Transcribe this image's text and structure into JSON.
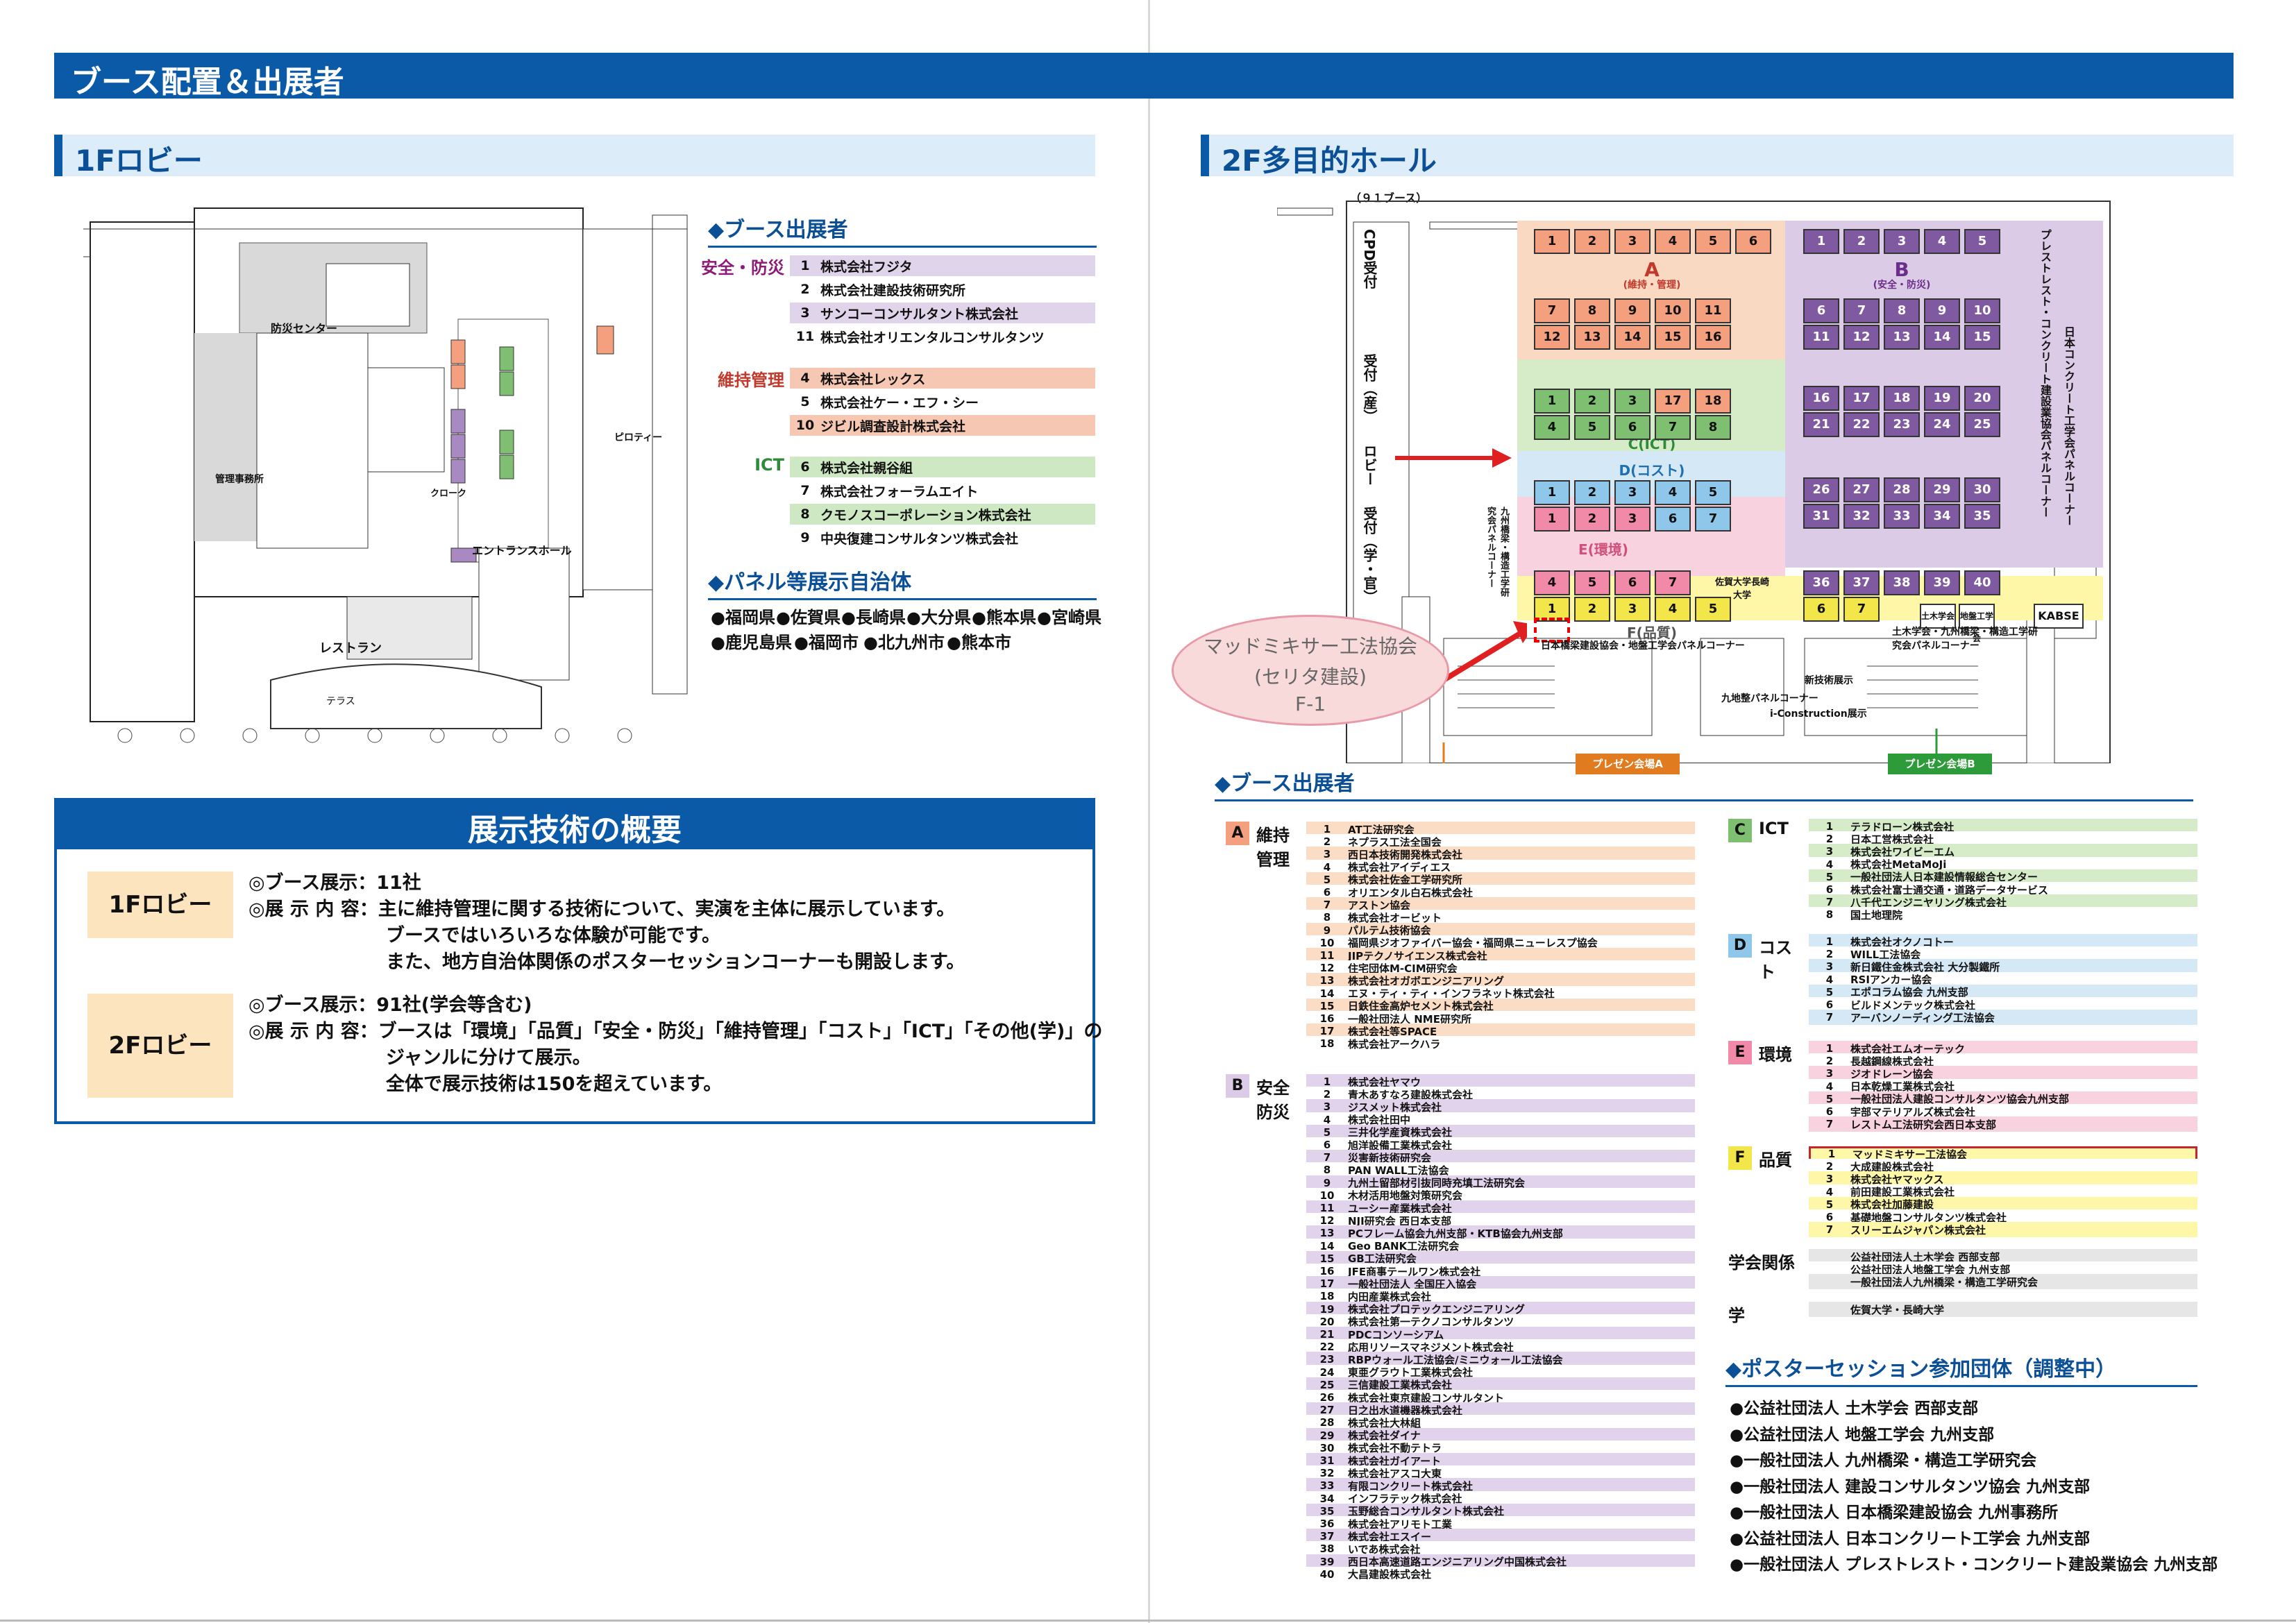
{
  "header": {
    "title": "ブース配置＆出展者"
  },
  "lobby1f": {
    "section_title": "1Fロビー",
    "booth_title": "◆ブース出展者",
    "categories": [
      {
        "name": "安全・防災",
        "color": "#8b1a7a",
        "rows": [
          {
            "num": "1",
            "name": "株式会社フジタ",
            "bg": "#e0d4ea"
          },
          {
            "num": "2",
            "name": "株式会社建設技術研究所",
            "bg": "#ffffff"
          },
          {
            "num": "3",
            "name": "サンコーコンサルタント株式会社",
            "bg": "#e0d4ea"
          },
          {
            "num": "11",
            "name": "株式会社オリエンタルコンサルタンツ",
            "bg": "#ffffff"
          }
        ]
      },
      {
        "name": "維持管理",
        "color": "#c0392b",
        "rows": [
          {
            "num": "4",
            "name": "株式会社レックス",
            "bg": "#f6c7b2"
          },
          {
            "num": "5",
            "name": "株式会社ケー・エフ・シー",
            "bg": "#ffffff"
          },
          {
            "num": "10",
            "name": "ジビル調査設計株式会社",
            "bg": "#f6c7b2"
          }
        ]
      },
      {
        "name": "ICT",
        "color": "#2e8b3a",
        "rows": [
          {
            "num": "6",
            "name": "株式会社親谷組",
            "bg": "#cfe8c4"
          },
          {
            "num": "7",
            "name": "株式会社フォーラムエイト",
            "bg": "#ffffff"
          },
          {
            "num": "8",
            "name": "クモノスコーポレーション株式会社",
            "bg": "#cfe8c4"
          },
          {
            "num": "9",
            "name": "中央復建コンサルタンツ株式会社",
            "bg": "#ffffff"
          }
        ]
      }
    ],
    "panel_title": "◆パネル等展示自治体",
    "prefectures_line1": [
      "●福岡県",
      "●佐賀県",
      "●長崎県",
      "●大分県",
      "●熊本県",
      "●宮崎県"
    ],
    "prefectures_line2": [
      "●鹿児島県",
      "●福岡市",
      "●北九州市",
      "●熊本市"
    ],
    "map_labels": {
      "entrance": "エントランスホール",
      "restaurant": "レストラン",
      "terrace": "テラス",
      "management": "管理事務所",
      "piloti": "ピロティー",
      "disaster": "防災センター",
      "cloak": "クローク"
    }
  },
  "overview": {
    "title": "展示技術の概要",
    "items": [
      {
        "pill": "1Fロビー",
        "lines": [
          "◎ブース展示：11社",
          "◎展 示 内 容：主に維持管理に関する技術について、実演を主体に展示しています。",
          "ブースではいろいろな体験が可能です。",
          "また、地方自治体関係のポスターセッションコーナーも開設します。"
        ]
      },
      {
        "pill": "2Fロビー",
        "lines": [
          "◎ブース展示：91社(学会等含む)",
          "◎展 示 内 容：ブースは「環境」「品質」「安全・防災」「維持管理」「コスト」「ICT」「その他(学)」の",
          "ジャンルに分けて展示。",
          "全体で展示技術は150を超えています。"
        ]
      }
    ]
  },
  "hall2f": {
    "section_title": "2F多目的ホール",
    "top_label": "（９１ブース）",
    "zone_labels": {
      "A": "A",
      "A_sub": "(維持・管理)",
      "B": "B",
      "B_sub": "(安全・防災)",
      "C": "C(ICT)",
      "D": "D(コスト)",
      "E": "E(環境)",
      "F": "F(品質)"
    },
    "side_labels": {
      "cpd": "CPD受付",
      "reception1": "受付（産）",
      "lobby": "ロビー",
      "reception2": "受付（学・官）",
      "right_vertical": "プレストレスト・コンクリート建設業協会パネルコーナー",
      "right_vertical2": "日本コンクリート工学会パネルコーナー",
      "center_vertical": "九州橋梁・構造工学研究会パネルコーナー"
    },
    "bottom_labels": {
      "left_panel": "日本橋梁建設協会・地盤工学会パネルコーナー",
      "right_panel": "土木学会・九州橋梁・構造工学研究会パネルコーナー",
      "kyushu": "九地整パネルコーナー",
      "newtech": "新技術展示",
      "iconst": "i-Construction展示",
      "presenA": "プレゼン会場A",
      "presenB": "プレゼン会場B",
      "saga": "佐賀大学長崎大学",
      "doboku": "土木学会",
      "jiban": "地盤工学会",
      "kabss": "KABSE"
    },
    "callout": {
      "line1": "マッドミキサー工法協会",
      "line2": "(セリタ建設)",
      "line3": "F-1"
    },
    "booth_title": "◆ブース出展者",
    "legendA": {
      "badge": "A",
      "name": "維持管理",
      "rows": [
        "AT工法研究会",
        "ネプラス工法全国会",
        "西日本技術開発株式会社",
        "株式会社アイディエス",
        "株式会社佐金工学研究所",
        "オリエンタル白石株式会社",
        "アストン協会",
        "株式会社オービット",
        "パルテム技術協会",
        "福岡県ジオファイバー協会・福岡県ニューレスプ協会",
        "JIPテクノサイエンス株式会社",
        "住宅団体M-CIM研究会",
        "株式会社オガボエンジニアリング",
        "エヌ・ティ・ティ・インフラネット株式会社",
        "日鉄住金高炉セメント株式会社",
        "一般社団法人 NME研究所",
        "株式会社等SPACE",
        "株式会社アークハラ"
      ]
    },
    "legendB": {
      "badge": "B",
      "name": "安全防災",
      "rows": [
        "株式会社ヤマウ",
        "青木あすなろ建設株式会社",
        "ジスメット株式会社",
        "株式会社田中",
        "三井化学産資株式会社",
        "旭洋設備工業株式会社",
        "災害新技術研究会",
        "PAN WALL工法協会",
        "九州土留部材引抜同時充填工法研究会",
        "木材活用地盤対策研究会",
        "ユーシー産業株式会社",
        "NJI研究会 西日本支部",
        "PCフレーム協会九州支部・KTB協会九州支部",
        "Geo BANK工法研究会",
        "GB工法研究会",
        "JFE商事テールワン株式会社",
        "一般社団法人 全国圧入協会",
        "内田産業株式会社",
        "株式会社プロテックエンジニアリング",
        "株式会社第一テクノコンサルタンツ",
        "PDCコンソーシアム",
        "応用リソースマネジメント株式会社",
        "RBPウォール工法協会/ミニウォール工法協会",
        "東亜グラウト工業株式会社",
        "三信建設工業株式会社",
        "株式会社東京建設コンサルタント",
        "日之出水道機器株式会社",
        "株式会社大林組",
        "株式会社ダイナ",
        "株式会社不動テトラ",
        "株式会社ガイアート",
        "株式会社アスコ大東",
        "有限コンクリート株式会社",
        "インフラテック株式会社",
        "玉野総合コンサルタント株式会社",
        "株式会社アリモト工業",
        "株式会社エスイー",
        "いであ株式会社",
        "西日本高速道路エンジニアリング中国株式会社",
        "大昌建設株式会社"
      ]
    },
    "legendC": {
      "badge": "C",
      "name": "ICT",
      "rows": [
        "テラドローン株式会社",
        "日本工営株式会社",
        "株式会社ワイビーエム",
        "株式会社MetaMoJi",
        "一般社団法人日本建設情報総合センター",
        "株式会社富士通交通・道路データサービス",
        "八千代エンジニヤリング株式会社",
        "国土地理院"
      ]
    },
    "legendD": {
      "badge": "D",
      "name": "コスト",
      "rows": [
        "株式会社オクノコトー",
        "WILL工法協会",
        "新日鐵住金株式会社 大分製鐵所",
        "RSIアンカー協会",
        "エポコラム協会 九州支部",
        "ビルドメンテック株式会社",
        "アーバンノーディング工法協会"
      ]
    },
    "legendE": {
      "badge": "E",
      "name": "環境",
      "rows": [
        "株式会社エムオーテック",
        "長越鋼線株式会社",
        "ジオドレーン協会",
        "日本乾燥工業株式会社",
        "一般社団法人建設コンサルタンツ協会九州支部",
        "宇部マテリアルズ株式会社",
        "レストム工法研究会西日本支部"
      ]
    },
    "legendF": {
      "badge": "F",
      "name": "品質",
      "rows": [
        "マッドミキサー工法協会",
        "大成建設株式会社",
        "株式会社ヤマックス",
        "前田建設工業株式会社",
        "株式会社加藤建設",
        "基礎地盤コンサルタンツ株式会社",
        "スリーエムジャパン株式会社"
      ]
    },
    "gakkai": {
      "name": "学会関係",
      "rows": [
        "公益社団法人土木学会 西部支部",
        "公益社団法人地盤工学会 九州支部",
        "一般社団法人九州橋梁・構造工学研究会"
      ]
    },
    "gaku": {
      "name": "学",
      "rows": [
        "佐賀大学・長崎大学"
      ]
    },
    "poster_title": "◆ポスターセッション参加団体（調整中）",
    "posters": [
      "●公益社団法人 土木学会 西部支部",
      "●公益社団法人 地盤工学会 九州支部",
      "●一般社団法人 九州橋梁・構造工学研究会",
      "●一般社団法人 建設コンサルタンツ協会 九州支部",
      "●一般社団法人 日本橋梁建設協会 九州事務所",
      "●公益社団法人 日本コンクリート工学会 九州支部",
      "●一般社団法人 プレストレスト・コンクリート建設業協会 九州支部"
    ]
  }
}
